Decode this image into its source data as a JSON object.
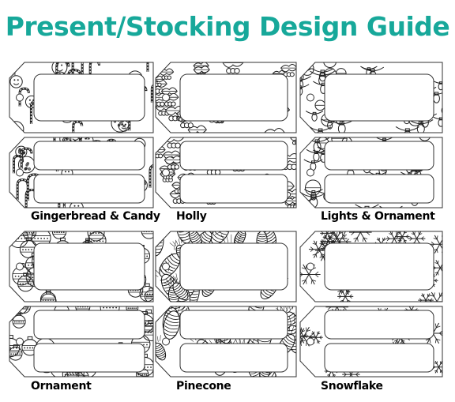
{
  "title": "Present/Stocking Design Guide",
  "accent_color": "#17a89a",
  "designs": [
    {
      "label": "Gingerbread & Candy",
      "pattern": "gingerbread"
    },
    {
      "label": "Holly",
      "pattern": "holly"
    },
    {
      "label": "Lights & Ornament",
      "pattern": "lights"
    },
    {
      "label": "Ornament",
      "pattern": "ornament"
    },
    {
      "label": "Pinecone",
      "pattern": "pinecone"
    },
    {
      "label": "Snowflake",
      "pattern": "snowflake"
    }
  ],
  "tag_variants": [
    "single-box",
    "double-box"
  ]
}
